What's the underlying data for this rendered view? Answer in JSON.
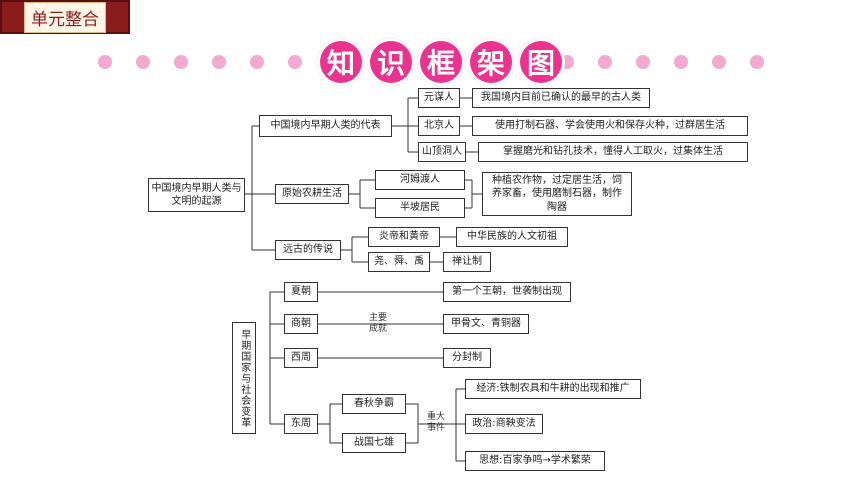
{
  "header": {
    "label": "单元整合"
  },
  "title": {
    "chars": [
      "知",
      "识",
      "框",
      "架",
      "图"
    ]
  },
  "colors": {
    "accent": "#e9338f",
    "dot": "#f3a9d0",
    "tag": "#8a1c1c"
  },
  "part1": {
    "root": "中国境内早期人类与文明的起源",
    "branch1": {
      "label": "中国境内早期人类的代表",
      "items": [
        {
          "name": "元谋人",
          "desc": "我国境内目前已确认的最早的古人类"
        },
        {
          "name": "北京人",
          "desc": "使用打制石器、学会使用火和保存火种，过群居生活"
        },
        {
          "name": "山顶洞人",
          "desc": "掌握磨光和钻孔技术，懂得人工取火，过集体生活"
        }
      ]
    },
    "branch2": {
      "label": "原始农耕生活",
      "items": [
        "河姆渡人",
        "半坡居民"
      ],
      "desc": "种植农作物，过定居生活，饲养家畜，使用磨制石器，制作陶器"
    },
    "branch3": {
      "label": "远古的传说",
      "items": [
        {
          "name": "炎帝和黄帝",
          "desc": "中华民族的人文初祖"
        },
        {
          "name": "尧、舜、禹",
          "desc": "禅让制"
        }
      ]
    }
  },
  "part2": {
    "root": "早期国家与社会变革",
    "dynasties": [
      {
        "name": "夏朝",
        "desc": "第一个王朝，世袭制出现"
      },
      {
        "name": "商朝",
        "desc": "甲骨文、青铜器"
      },
      {
        "name": "西周",
        "desc": "分封制"
      }
    ],
    "achievement_label": "主要成就",
    "east_zhou": {
      "name": "东周",
      "periods": [
        "春秋争霸",
        "战国七雄"
      ],
      "event_label": "重大事件",
      "events": [
        "经济:铁制农具和牛耕的出现和推广",
        "政治:商鞅变法",
        "思想:百家争鸣→学术繁荣"
      ]
    }
  }
}
